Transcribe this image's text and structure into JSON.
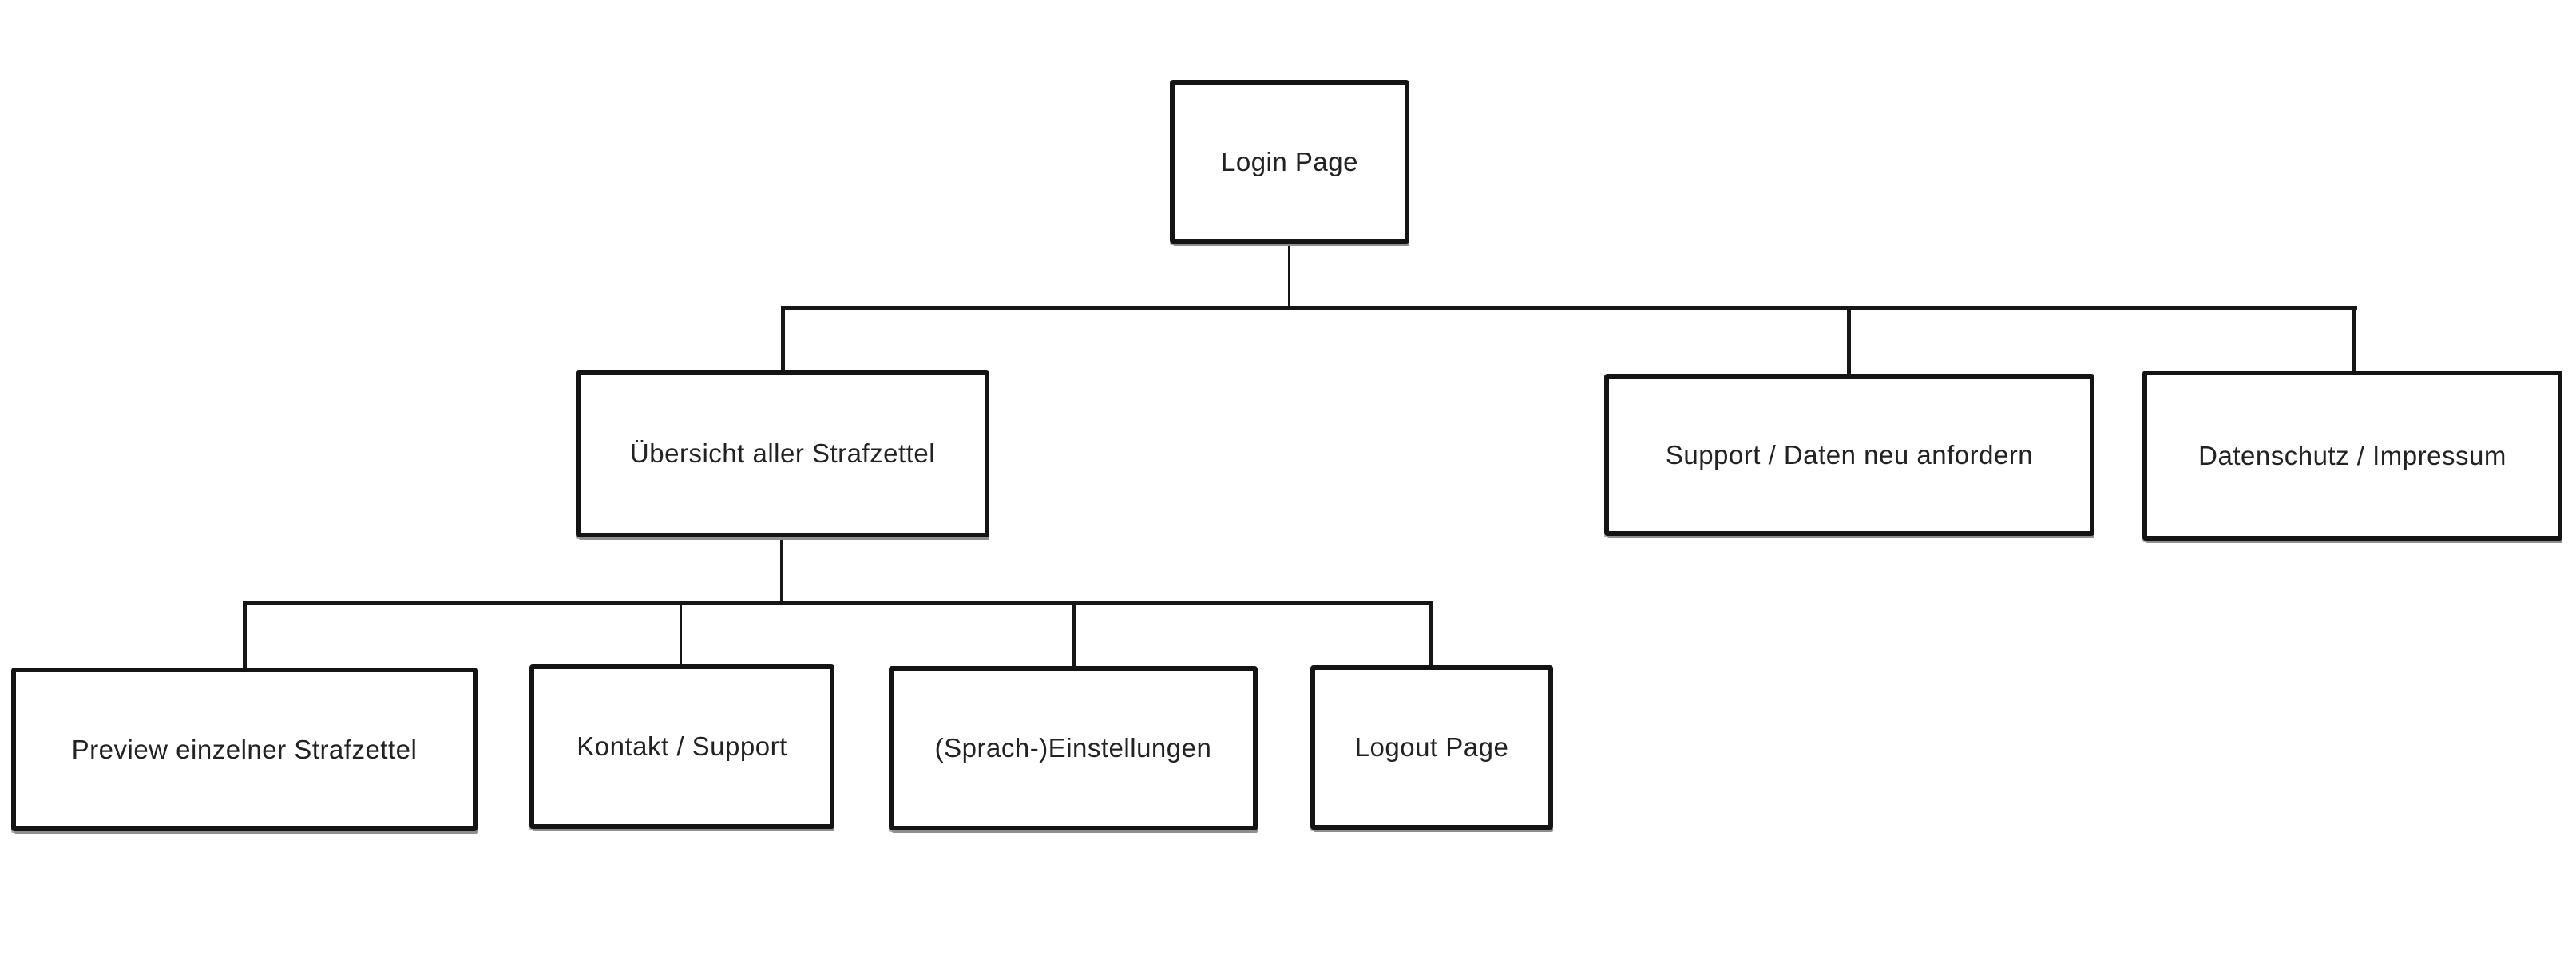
{
  "diagram": {
    "type": "sitemap-flowchart",
    "style": "hand-drawn wireframe (sketch)",
    "colors": {
      "line": "#161616",
      "boxborder": "#141414",
      "text": "#222222",
      "bg": "#ffffff",
      "sketch": "#8f8f8f"
    },
    "nodes": [
      {
        "id": "login",
        "label": "Login Page",
        "level": 1
      },
      {
        "id": "uebersicht",
        "label": "Übersicht aller Strafzettel",
        "level": 2
      },
      {
        "id": "support",
        "label": "Support / Daten neu anfordern",
        "level": 2
      },
      {
        "id": "datenschutz",
        "label": "Datenschutz / Impressum",
        "level": 2
      },
      {
        "id": "preview",
        "label": "Preview einzelner Strafzettel",
        "level": 3
      },
      {
        "id": "kontakt",
        "label": "Kontakt / Support",
        "level": 3
      },
      {
        "id": "sprach",
        "label": "(Sprach-)Einstellungen",
        "level": 3
      },
      {
        "id": "logout",
        "label": "Logout Page",
        "level": 3
      }
    ],
    "edges": [
      {
        "from": "Login Page",
        "to": "Übersicht aller Strafzettel"
      },
      {
        "from": "Login Page",
        "to": "Support / Daten neu anfordern"
      },
      {
        "from": "Login Page",
        "to": "Datenschutz / Impressum"
      },
      {
        "from": "Übersicht aller Strafzettel",
        "to": "Preview einzelner Strafzettel"
      },
      {
        "from": "Übersicht aller Strafzettel",
        "to": "Kontakt / Support"
      },
      {
        "from": "Übersicht aller Strafzettel",
        "to": "(Sprach-)Einstellungen"
      },
      {
        "from": "Übersicht aller Strafzettel",
        "to": "Logout Page"
      }
    ]
  }
}
